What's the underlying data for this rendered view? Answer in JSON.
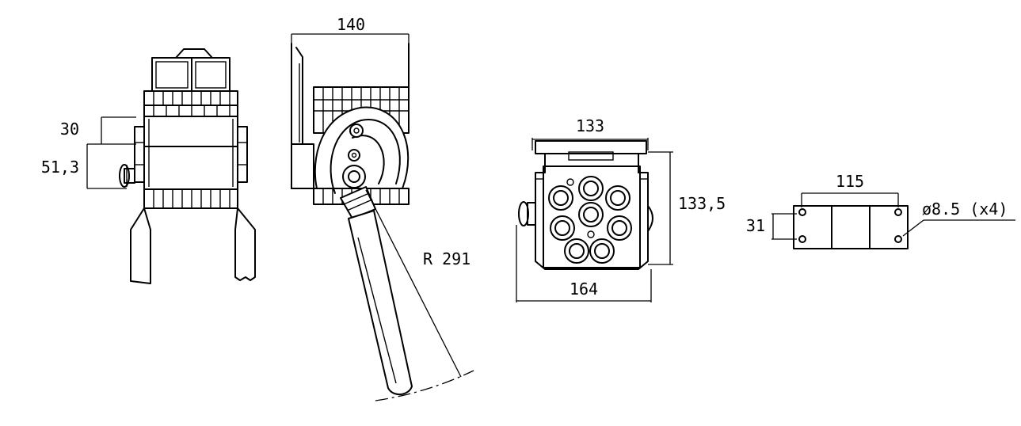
{
  "dimensions": {
    "side_upper": "30",
    "side_lower": "51,3",
    "lever_width": "140",
    "lever_radius": "R 291",
    "front_top": "133",
    "front_height": "133,5",
    "front_bottom": "164",
    "base_width": "115",
    "base_height": "31",
    "hole_callout": "ø8.5 (x4)"
  }
}
